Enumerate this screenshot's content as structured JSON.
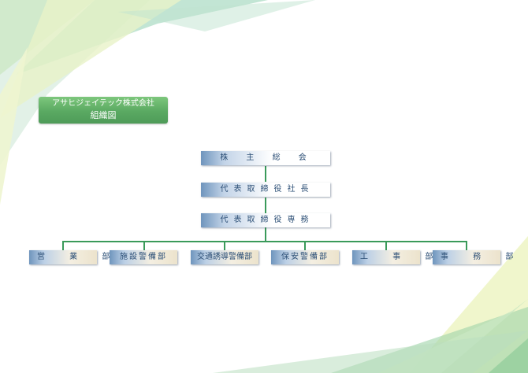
{
  "header": {
    "company": "アサヒジェイテック株式会社",
    "chart_name": "組織図"
  },
  "org": {
    "levels": [
      {
        "label": "株 主 総 会"
      },
      {
        "label": "代表取締役社長"
      },
      {
        "label": "代表取締役専務"
      }
    ],
    "departments": [
      {
        "label": "営 業 部"
      },
      {
        "label": "施設警備部"
      },
      {
        "label": "交通誘導警備部"
      },
      {
        "label": "保安警備部"
      },
      {
        "label": "工 事 部"
      },
      {
        "label": "事 務 部"
      }
    ]
  },
  "colors": {
    "accent_green": "#5aa962",
    "connector": "#3a9a5a",
    "box_blue": "#6f95bd",
    "label_text": "#2c4f76"
  }
}
